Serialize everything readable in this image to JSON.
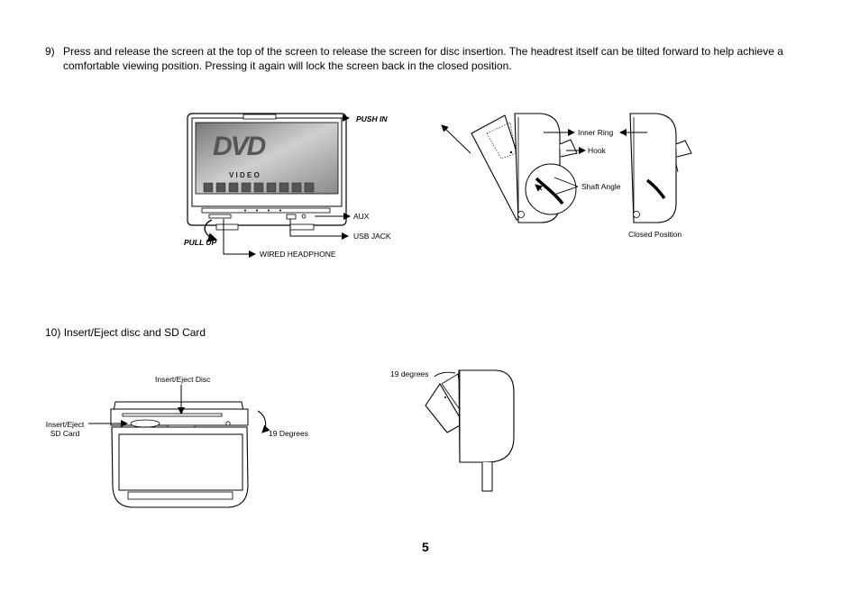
{
  "step9": {
    "number": "9)",
    "text": "Press and release the screen at the top of the screen to release the screen for disc insertion. The headrest itself can be tilted forward to help achieve a comfortable viewing position. Pressing it again will lock the screen back in the closed position."
  },
  "figure1": {
    "push_in": "PUSH IN",
    "aux": "AUX",
    "usb_jack": "USB JACK",
    "pull_up": "PULL UP",
    "wired_headphone": "WIRED HEADPHONE",
    "logo_dvd": "DVD",
    "logo_video": "V I D E O"
  },
  "figure2": {
    "inner_ring": "Inner Ring",
    "hook": "Hook",
    "shaft_angle": "Shaft Angle",
    "closed_position": "Closed Position"
  },
  "step10": {
    "number": "10)",
    "text": "Insert/Eject disc and SD Card"
  },
  "figure3": {
    "insert_eject_disc": "Insert/Eject Disc",
    "insert_eject_sd_line1": "Insert/Eject",
    "insert_eject_sd_line2": "SD Card",
    "degrees_19": "19 Degrees"
  },
  "figure4": {
    "degrees_19": "19 degrees"
  },
  "page_number": "5"
}
